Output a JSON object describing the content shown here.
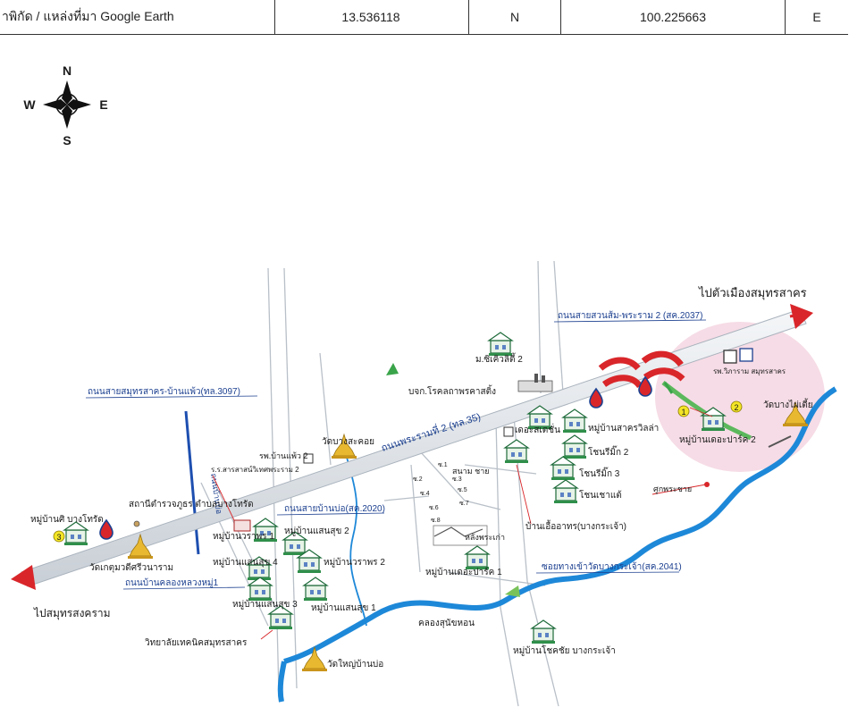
{
  "header": {
    "source_label": "าพิกัด / แหล่งที่มา Google Earth",
    "latitude": "13.536118",
    "lat_dir": "N",
    "longitude": "100.225663",
    "lon_dir": "E"
  },
  "compass": {
    "n": "N",
    "s": "S",
    "e": "E",
    "w": "W"
  },
  "directions": {
    "to_city": "ไปตัวเมืองสมุทรสาคร",
    "to_songkhram": "ไปสมุทรสงคราม"
  },
  "roads": {
    "rama2_main": "ถนนพระรามที่ 2 (ทล.35)",
    "suan_som": "ถนนสายสวนส้ม-พระราม 2 (สค.2037)",
    "samut_sakhon_ban_phaeo": "ถนนสายสมุทรสาคร-บ้านแพ้ว(ทล.3097)",
    "ban_bo": "ถนนสายบ้านบ่อ(สค.2020)",
    "khlong_luang": "ถนนบ้านคลองหลวงหมู่1",
    "wat_bang_krachao": "ซอยทางเข้าวัดบางกระเจ้า(สค.2041)",
    "side_road": "ถนนบ้านบ่อ"
  },
  "places": {
    "moo_ban_city_villa_2": "ม.ซิเคิวลิตี้ 2",
    "bangkok_cold_storage": "บจก.โรคลถาพรคาสติ้ง",
    "hospital_vichaiyut": "รพ.วิภาราม สมุทรสาคร",
    "wat_bang_nai_toei": "วัดบางไผ่เตี้ย",
    "moo_ban_the_park_2": "หมู่บ้านเดอะปาร์ค 2",
    "moo_ban_sakhon_villa": "หมู่บ้านสาครวิลล่า",
    "the_station": "เดอะสเตชั่น",
    "chai_ramit_2": "โชนรีมิ๊ก 2",
    "chai_ramit_3": "โชนรีมิ๊ก 3",
    "chai_chao_tae": "โชนเชาแต้",
    "health_hospital": "รพ.บ้านแพ้ว 2",
    "wat_bang_krachao_label": "ศูกพระชาย",
    "wat_bang_kaew": "วัดบางสะคอย",
    "school_1": "ร.ร.สารสาสน์วิเทศพระราม 2",
    "police": "สถานีตำรวจภูธร ตำบลบางโทรัด",
    "moo_ban_ban_bo": "หมู่บ้านศิ บางโทรัด",
    "wat_ket": "วัดเกตุมวดีศรีวนาราม",
    "sport": "สนาม ชาย",
    "phra_kaew": "หลังพระเก่า",
    "moo_ban_the_park_1": "หมู่บ้านเดอะปาร์ค 1",
    "moo_ban_ban_krachao": "บ้านเอื้ออาทร(บางกระเจ้า)",
    "moo_ban_sabai_2": "หมู่บ้านแสนสุข 2",
    "moo_ban_wara_1": "หมู่บ้านวราพร 1",
    "moo_ban_sabai_4": "หมู่บ้านแสนสุข 4",
    "moo_ban_wara_2": "หมู่บ้านวราพร 2",
    "moo_ban_sabai_3": "หมู่บ้านแสนสุข 3",
    "moo_ban_sabai_1": "หมู่บ้านแสนสุข 1",
    "technical_college": "วิทยาลัยเทคนิคสมุทรสาคร",
    "wat_yai_ban_bo": "วัดใหญ่บ้านบ่อ",
    "canal": "คลองสุนัขหอน",
    "moo_ban_chok_chai": "หมู่บ้านโชคชัย บางกระเจ้า"
  },
  "soi_labels": [
    "ซ.1",
    "ซ.2",
    "ซ.3",
    "ซ.4",
    "ซ.5",
    "ซ.6",
    "ซ.7",
    "ซ.8"
  ],
  "markers": {
    "m1": "1",
    "m2": "2",
    "m3": "3"
  },
  "colors": {
    "river": "#1e88d8",
    "road_blue": "#1b3f8f",
    "arrow_red": "#d9262a",
    "pink_zone": "#f6dce6",
    "temple_gold": "#e8b830",
    "marker_yellow": "#f3e526"
  }
}
